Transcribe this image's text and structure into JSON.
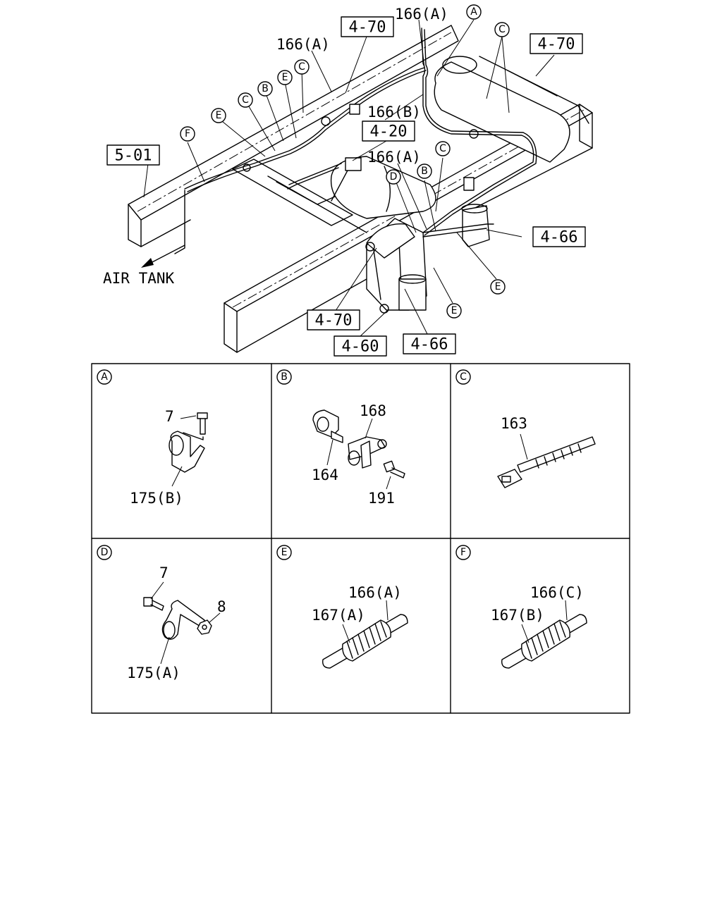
{
  "main_diagram": {
    "ref_boxes": {
      "r1": "4-70",
      "r2": "4-70",
      "r3": "5-01",
      "r4": "4-20",
      "r5": "4-66",
      "r6": "4-70",
      "r7": "4-60",
      "r8": "4-66"
    },
    "part_labels": {
      "p166a_top": "166(A)",
      "p166a_left": "166(A)",
      "p166b": "166(B)",
      "p166a_mid": "166(A)"
    },
    "callouts": [
      "A",
      "C",
      "C",
      "B",
      "E",
      "C",
      "E",
      "F",
      "D",
      "B",
      "C",
      "E",
      "E"
    ],
    "arrow_text": "AIR TANK"
  },
  "detail_grid": {
    "cells": [
      {
        "letter": "A",
        "labels": {
          "l1": "7",
          "l2": "175(B)"
        }
      },
      {
        "letter": "B",
        "labels": {
          "l1": "168",
          "l2": "164",
          "l3": "191"
        }
      },
      {
        "letter": "C",
        "labels": {
          "l1": "163"
        }
      },
      {
        "letter": "D",
        "labels": {
          "l1": "7",
          "l2": "8",
          "l3": "175(A)"
        }
      },
      {
        "letter": "E",
        "labels": {
          "l1": "166(A)",
          "l2": "167(A)"
        }
      },
      {
        "letter": "F",
        "labels": {
          "l1": "166(C)",
          "l2": "167(B)"
        }
      }
    ]
  }
}
